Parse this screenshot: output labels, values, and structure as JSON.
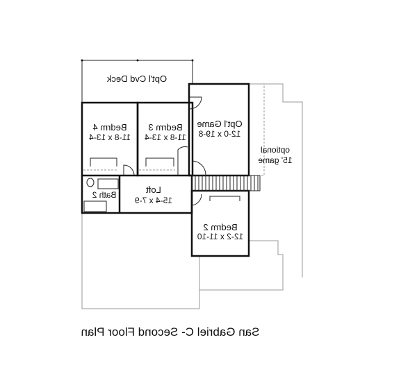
{
  "title": "San Gabriel C- Second Floor Plan",
  "rooms": [
    {
      "name": "Opt'l Cvd Deck",
      "dims": ""
    },
    {
      "name": "Bedrm 4",
      "dims": "11-8 x 13-4"
    },
    {
      "name": "Bedrm 3",
      "dims": "11-8 x 13-4"
    },
    {
      "name": "Opt'l Game",
      "dims": "12-0 x 19-8"
    },
    {
      "name": "Loft",
      "dims": "15-4 x 7-9"
    },
    {
      "name": "Bath 2",
      "dims": ""
    },
    {
      "name": "Bedrm 2",
      "dims": "12-2 x 11-10"
    }
  ],
  "optional_note": {
    "line1": "optional",
    "line2": "15' game"
  }
}
